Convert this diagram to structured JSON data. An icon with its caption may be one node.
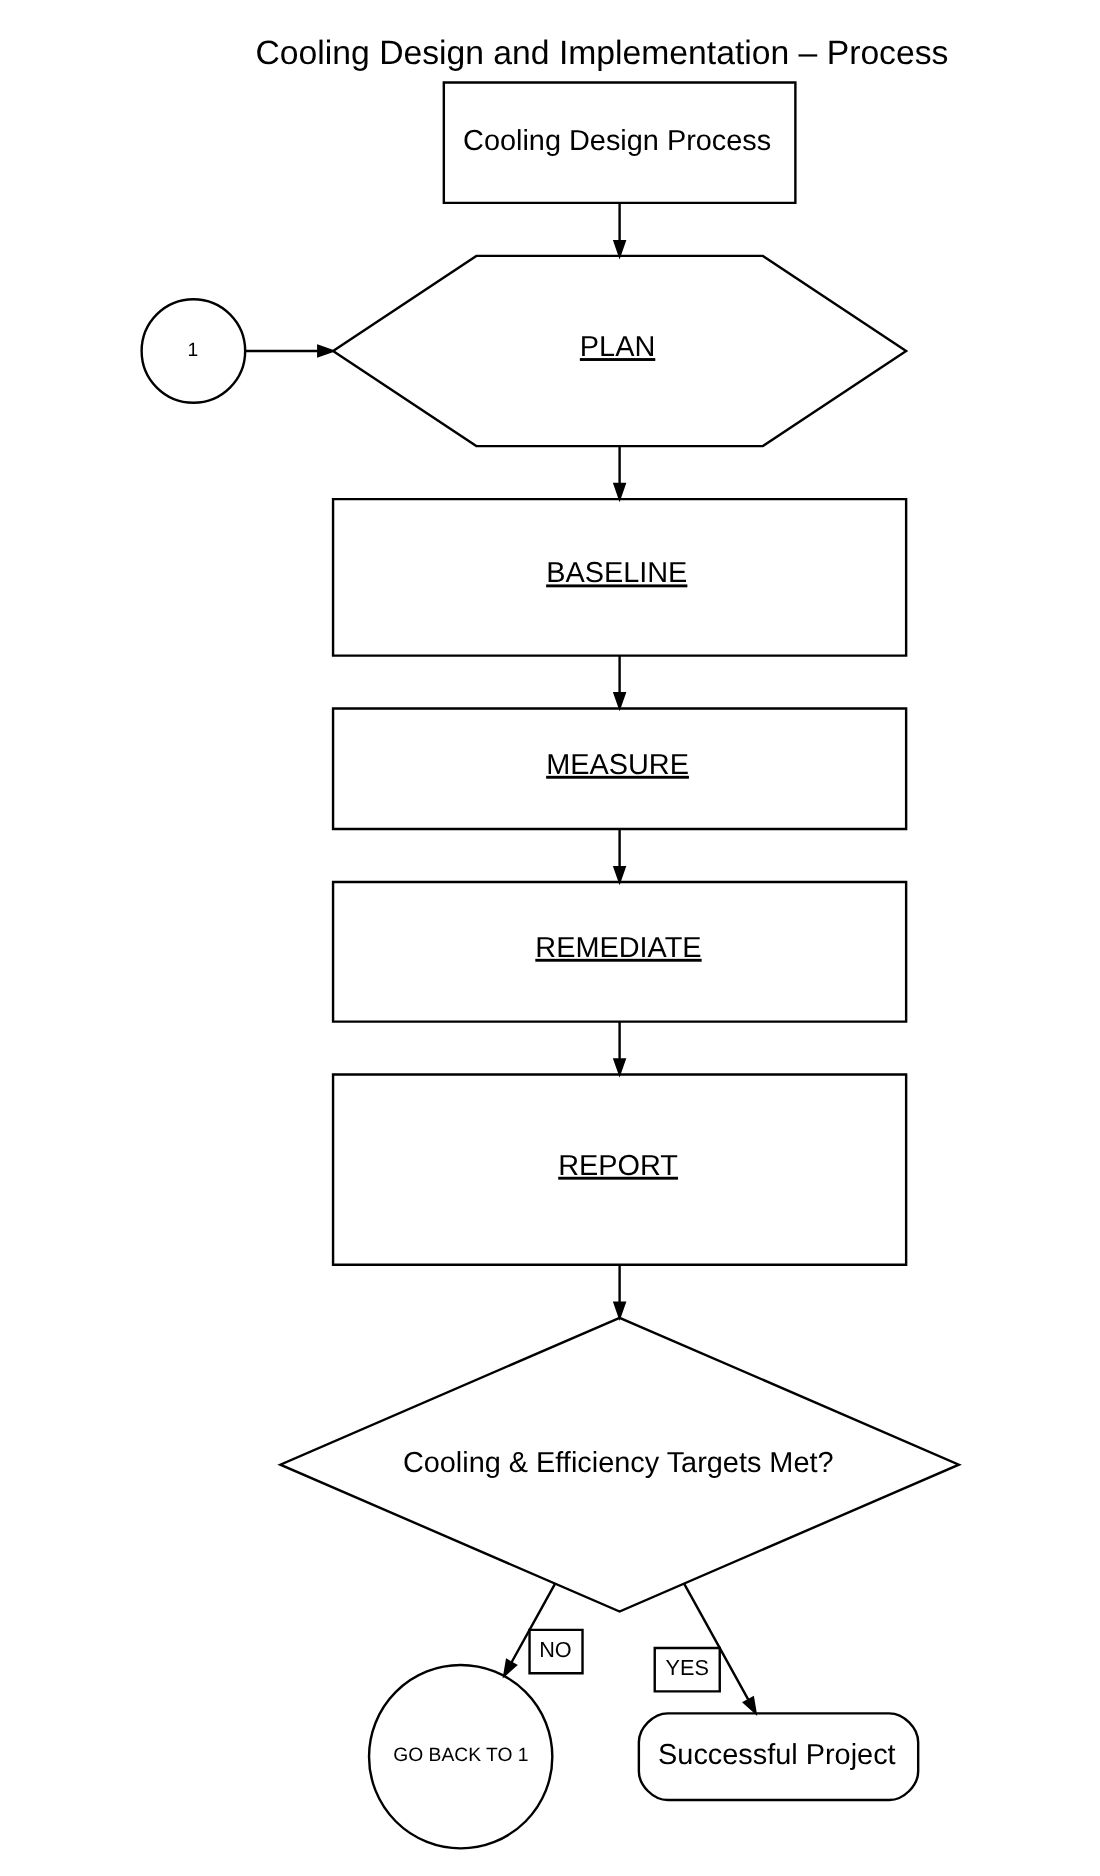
{
  "diagram": {
    "title": "Cooling Design and Implementation – Process",
    "nodes": [
      {
        "text": [
          "Cooling Design Process"
        ]
      },
      {
        "text": [
          "1"
        ]
      },
      {
        "text": [
          "PLAN"
        ]
      },
      {
        "text": [
          "BASELINE"
        ]
      },
      {
        "text": [
          "MEASURE"
        ]
      },
      {
        "text": [
          "REMEDIATE"
        ]
      },
      {
        "text": [
          "REPORT"
        ]
      },
      {
        "text": [
          "Cooling & Efficiency Targets Met?"
        ]
      },
      {
        "text": [
          "GO BACK TO 1"
        ]
      },
      {
        "text": [
          "Successful Project"
        ]
      }
    ],
    "edges": [
      {
        "from": 0,
        "to": 2,
        "arrow": "to"
      },
      {
        "from": 1,
        "to": 2,
        "arrow": "to"
      },
      {
        "from": 2,
        "to": 3,
        "arrow": "to"
      },
      {
        "from": 3,
        "to": 4,
        "arrow": "to"
      },
      {
        "from": 4,
        "to": 5,
        "arrow": "to"
      },
      {
        "from": 5,
        "to": 6,
        "arrow": "to"
      },
      {
        "from": 6,
        "to": 7,
        "arrow": "to"
      },
      {
        "from": 7,
        "to": 8,
        "arrow": "to",
        "label": "NO"
      },
      {
        "from": 7,
        "to": 9,
        "arrow": "to",
        "label": "YES"
      }
    ]
  }
}
